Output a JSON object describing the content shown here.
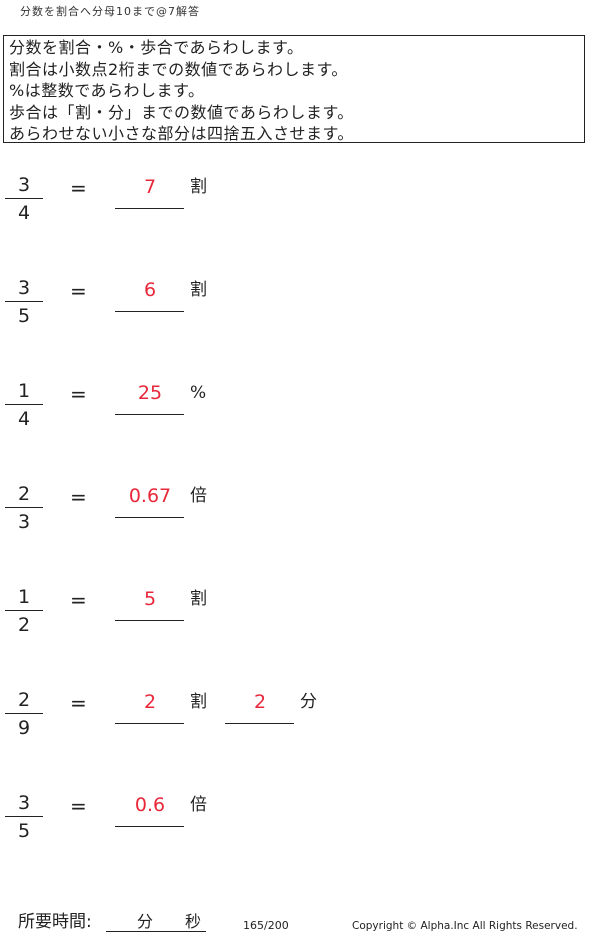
{
  "header": {
    "title": "分数を割合へ分母10まで@7解答"
  },
  "instructions": [
    "分数を割合・%・歩合であらわします。",
    "割合は小数点2桁までの数値であらわします。",
    "%は整数であらわします。",
    "歩合は「割・分」までの数値であらわします。",
    "あらわせない小さな部分は四捨五入させます。"
  ],
  "problems": [
    {
      "numerator": "3",
      "denominator": "4",
      "equals": "=",
      "answers": [
        {
          "value": "7",
          "unit": "割"
        }
      ]
    },
    {
      "numerator": "3",
      "denominator": "5",
      "equals": "=",
      "answers": [
        {
          "value": "6",
          "unit": "割"
        }
      ]
    },
    {
      "numerator": "1",
      "denominator": "4",
      "equals": "=",
      "answers": [
        {
          "value": "25",
          "unit": "%"
        }
      ]
    },
    {
      "numerator": "2",
      "denominator": "3",
      "equals": "=",
      "answers": [
        {
          "value": "0.67",
          "unit": "倍"
        }
      ]
    },
    {
      "numerator": "1",
      "denominator": "2",
      "equals": "=",
      "answers": [
        {
          "value": "5",
          "unit": "割"
        }
      ]
    },
    {
      "numerator": "2",
      "denominator": "9",
      "equals": "=",
      "answers": [
        {
          "value": "2",
          "unit": "割"
        },
        {
          "value": "2",
          "unit": "分"
        }
      ]
    },
    {
      "numerator": "3",
      "denominator": "5",
      "equals": "=",
      "answers": [
        {
          "value": "0.6",
          "unit": "倍"
        }
      ]
    }
  ],
  "footer": {
    "time_label": "所要時間:",
    "minutes_label": "分",
    "seconds_label": "秒",
    "page": "165/200",
    "copyright": "Copyright © Alpha.Inc All Rights Reserved."
  },
  "colors": {
    "answer": "#e8283a",
    "text": "#222222"
  }
}
